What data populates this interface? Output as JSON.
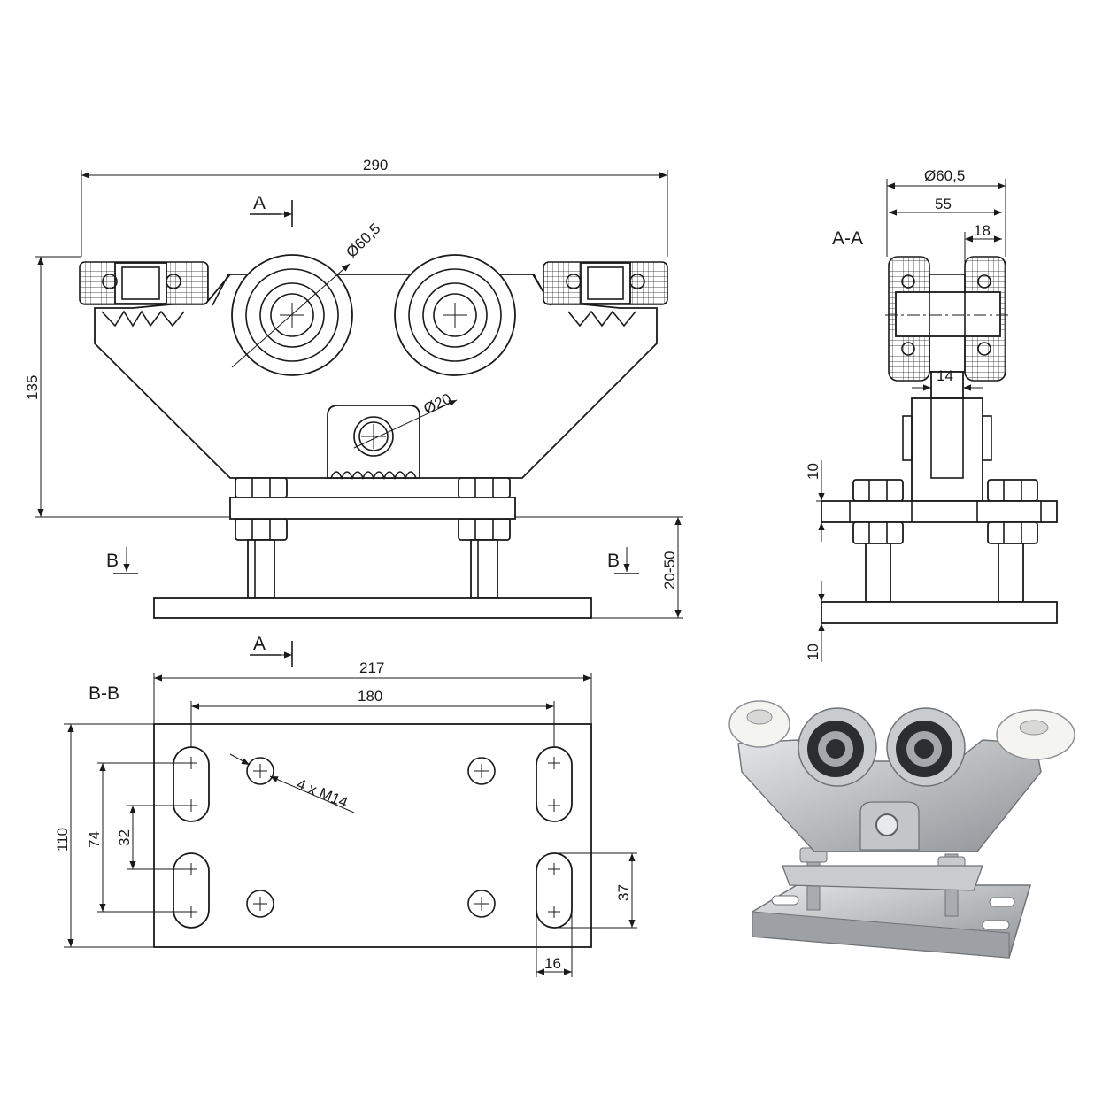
{
  "front_view": {
    "dim_width": "290",
    "dim_height": "135",
    "dim_adjust": "20-50",
    "dim_wheel_dia": "Ø60,5",
    "dim_axle_dia": "Ø20",
    "section_mark_top": "A",
    "section_mark_bottom": "A",
    "section_mark_left": "B",
    "section_mark_right": "B"
  },
  "section_aa": {
    "title": "A-A",
    "dim_dia": "Ø60,5",
    "dim_55": "55",
    "dim_18": "18",
    "dim_14": "14",
    "dim_10_top": "10",
    "dim_10_bottom": "10"
  },
  "section_bb": {
    "title": "B-B",
    "dim_217": "217",
    "dim_180": "180",
    "dim_110": "110",
    "dim_74": "74",
    "dim_32": "32",
    "dim_37": "37",
    "dim_16": "16",
    "holes_note": "4 x M14"
  },
  "colors": {
    "line": "#1a1a1a",
    "steel": "#b9bcbf",
    "nylon": "#f4f4f0",
    "bearing": "#2b2d30"
  }
}
